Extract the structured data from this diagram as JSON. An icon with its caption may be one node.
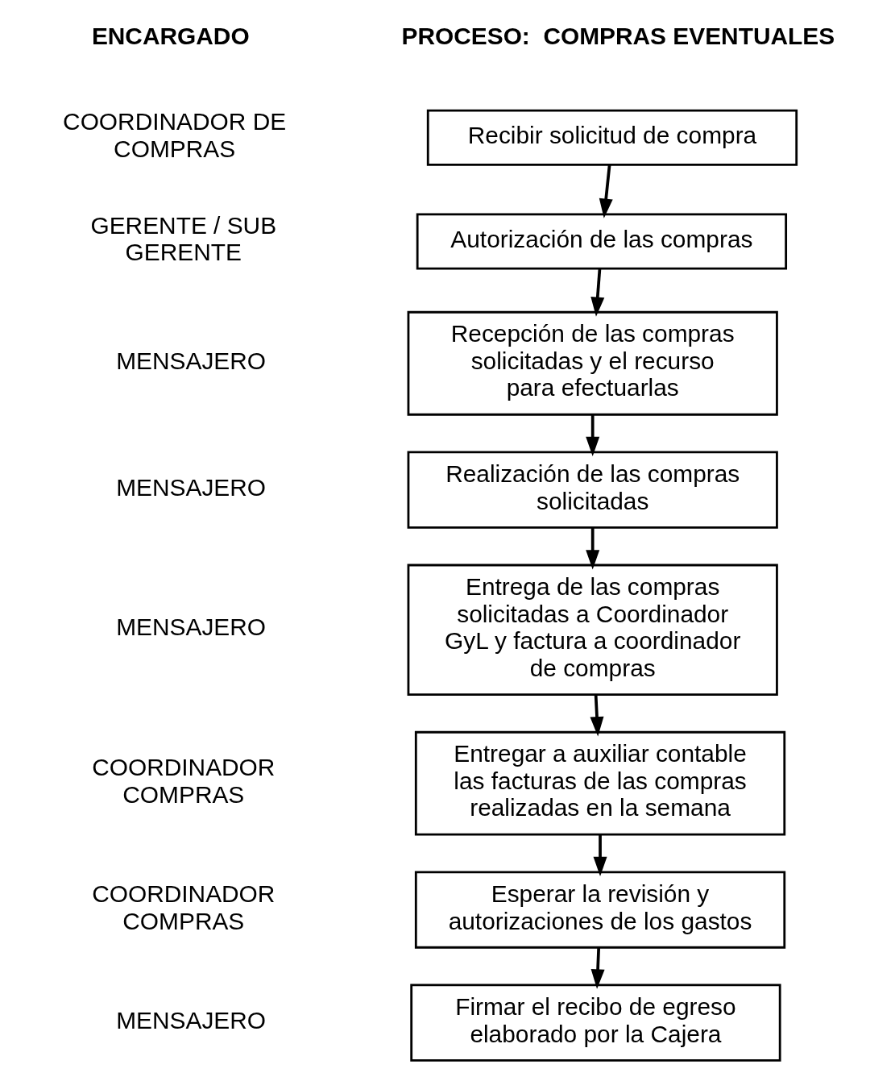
{
  "diagram": {
    "nodes": [
      {
        "text": [
          "Recibir solicitud de compra"
        ]
      },
      {
        "text": [
          "Autorización de las compras"
        ]
      },
      {
        "text": [
          "Recepción de las compras solicitadas y el recurso para efectuarlas"
        ]
      },
      {
        "text": [
          "Realización de las compras solicitadas"
        ]
      },
      {
        "text": [
          "Entrega de las compras solicitadas a Coordinador GyL y factura a coordinador de compras"
        ]
      },
      {
        "text": [
          "Entregar a auxiliar contable las facturas de las compras realizadas en la semana"
        ]
      },
      {
        "text": [
          "Esperar la revisión y autorizaciones de los gastos"
        ]
      },
      {
        "text": [
          "Firmar el recibo de egreso elaborado por la Cajera"
        ]
      }
    ],
    "edges": [
      {
        "from": 0,
        "to": 1,
        "arrow": "to"
      },
      {
        "from": 1,
        "to": 2,
        "arrow": "to"
      },
      {
        "from": 2,
        "to": 3,
        "arrow": "to"
      },
      {
        "from": 3,
        "to": 4,
        "arrow": "to"
      },
      {
        "from": 4,
        "to": 5,
        "arrow": "to"
      },
      {
        "from": 5,
        "to": 6,
        "arrow": "to"
      },
      {
        "from": 6,
        "to": 7,
        "arrow": "to"
      }
    ],
    "labels": [
      "ENCARGADO",
      "PROCESO:  COMPRAS EVENTUALES",
      "COORDINADOR DE COMPRAS",
      "GERENTE / SUB GERENTE",
      "MENSAJERO",
      "MENSAJERO",
      "MENSAJERO",
      "COORDINADOR COMPRAS",
      "COORDINADOR COMPRAS",
      "MENSAJERO"
    ]
  }
}
